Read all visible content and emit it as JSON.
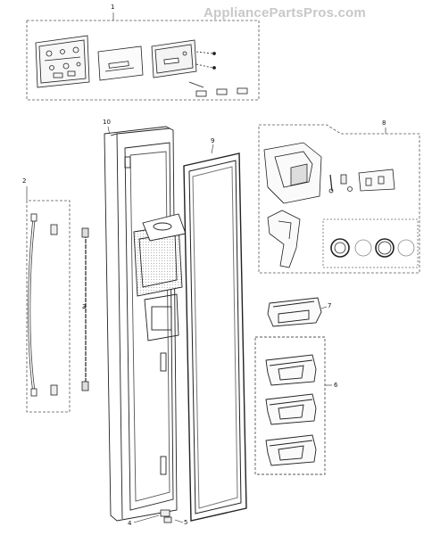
{
  "watermark": "AppliancePartsPros.com",
  "callouts": {
    "c1": "1",
    "c2": "2",
    "c3": "3",
    "c4": "4",
    "c5": "5",
    "c6": "6",
    "c7": "7",
    "c8": "8",
    "c9": "9",
    "c10": "10"
  }
}
